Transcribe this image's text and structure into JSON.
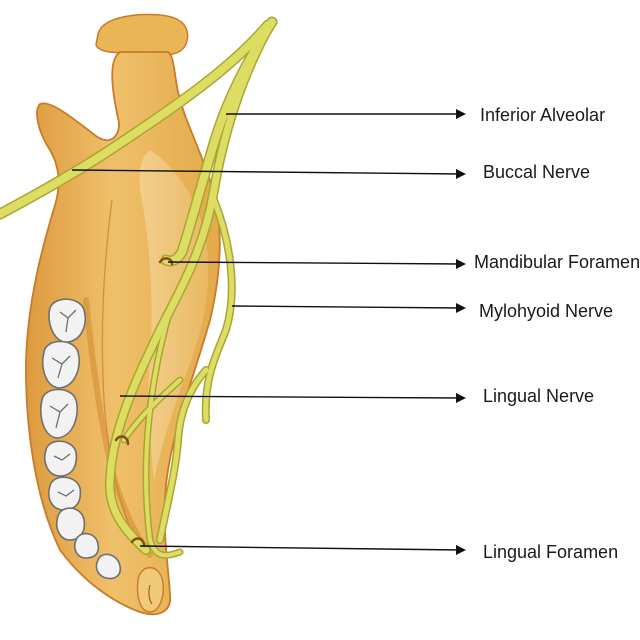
{
  "labels": [
    {
      "key": "inferior_alveolar",
      "text": "Inferior Alveolar"
    },
    {
      "key": "buccal",
      "text": "Buccal Nerve"
    },
    {
      "key": "mandibular_foramen",
      "text": "Mandibular Foramen"
    },
    {
      "key": "mylohyoid",
      "text": "Mylohyoid Nerve"
    },
    {
      "key": "lingual_nerve",
      "text": "Lingual Nerve"
    },
    {
      "key": "lingual_foramen",
      "text": "Lingual Foramen"
    }
  ],
  "colors": {
    "bone_fill": "#eab554",
    "bone_edge": "#c97a2a",
    "bone_dark": "#d3892f",
    "nerve_fill": "#dedd63",
    "nerve_edge": "#a9a533",
    "tooth_fill": "#f2f2f2",
    "tooth_edge": "#6f6f6f",
    "leader": "#111111"
  }
}
